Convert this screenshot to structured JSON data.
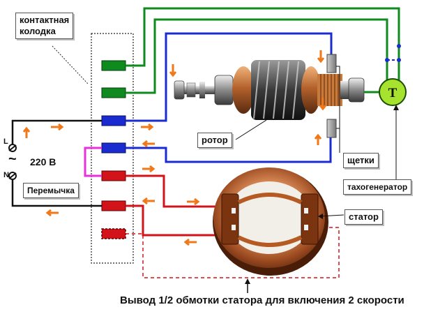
{
  "labels": {
    "block_line1": "контактная",
    "block_line2": "колодка",
    "rotor": "ротор",
    "brushes": "щетки",
    "tacho": "тахогенератор",
    "stator": "статор",
    "jumper": "Перемычка",
    "voltage": "220 В",
    "phase_l": "L",
    "phase_n": "N",
    "ac_symbol": "~",
    "tacho_symbol": "T",
    "footer": "Вывод 1/2 обмотки статора для включения 2 скорости"
  },
  "colors": {
    "green": "#0e8a1e",
    "blue": "#1a2bd0",
    "red": "#d3131a",
    "magenta": "#e632d8",
    "arrow": "#f07818",
    "tacho_fill": "#a6e22e"
  },
  "terminals": [
    "green",
    "green",
    "blue",
    "blue",
    "red",
    "red",
    "red-dashed"
  ]
}
